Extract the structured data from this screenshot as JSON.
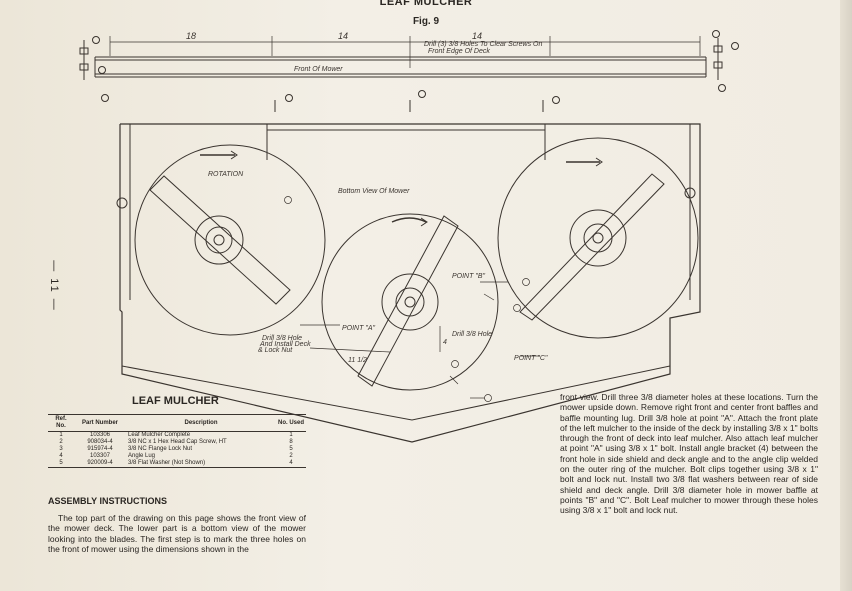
{
  "header": {
    "title": "LEAF MULCHER",
    "figure": "Fig. 9",
    "page_number": "— 11 —"
  },
  "drawing_labels": {
    "dim_18": "18",
    "dim_14_a": "14",
    "dim_14_b": "14",
    "drill_note_top_1": "Drill (3) 3/8 Holes To Clear Screws On",
    "drill_note_top_2": "Front Edge Of Deck",
    "front_of_mower": "Front Of Mower",
    "rotation": "ROTATION",
    "bottom_view": "Bottom View Of Mower",
    "point_a": "POINT \"A\"",
    "point_b": "POINT \"B\"",
    "point_c": "POINT \"C\"",
    "dim_11_2": "11 1/2",
    "dim_4": "4",
    "drill_hole": "Drill 3/8 Hole",
    "drill_left_1": "Drill 3/8 Hole",
    "drill_left_2": "And Install Deck",
    "drill_left_3": "& Lock Nut"
  },
  "parts_table": {
    "title": "LEAF MULCHER",
    "headers": {
      "ref": "Ref. No.",
      "part": "Part Number",
      "desc": "Description",
      "used": "No. Used"
    },
    "rows": [
      {
        "ref": "1",
        "part": "103306",
        "desc": "Leaf Mulcher Complete",
        "used": "1"
      },
      {
        "ref": "2",
        "part": "908034-4",
        "desc": "3/8 NC x 1 Hex Head Cap Screw, HT",
        "used": "8"
      },
      {
        "ref": "3",
        "part": "915974-4",
        "desc": "3/8 NC Flange Lock Nut",
        "used": "5"
      },
      {
        "ref": "4",
        "part": "103307",
        "desc": "Angle Lug",
        "used": "2"
      },
      {
        "ref": "5",
        "part": "920009-4",
        "desc": "3/8 Flat Washer (Not Shown)",
        "used": "4"
      }
    ]
  },
  "assembly": {
    "title": "ASSEMBLY INSTRUCTIONS",
    "left_paragraph": "The top part of the drawing on this page shows the front view of the mower deck. The lower part is a bottom view of the mower looking into the blades. The first step is to mark the three holes on the front of mower using the dimensions shown in the",
    "right_paragraph": "front view. Drill three 3/8 diameter holes at these locations. Turn the mower upside down. Remove right front and center front baffles and baffle mounting lug. Drill 3/8 hole at point \"A\". Attach the front plate of the left mulcher to the inside of the deck by installing 3/8 x 1\" bolts through the front of deck into leaf mulcher. Also attach leaf mulcher at point \"A\" using 3/8 x 1\" bolt. Install angle bracket (4) between the front hole in side shield and deck angle and to the angle clip welded on the outer ring of the mulcher. Bolt clips together using 3/8 x 1\" bolt and lock nut. Install two 3/8 flat washers between rear of side shield and deck angle. Drill 3/8 diameter hole in mower baffle at points \"B\" and \"C\". Bolt Leaf mulcher to mower through these holes using 3/8 x 1\" bolt and lock nut."
  }
}
